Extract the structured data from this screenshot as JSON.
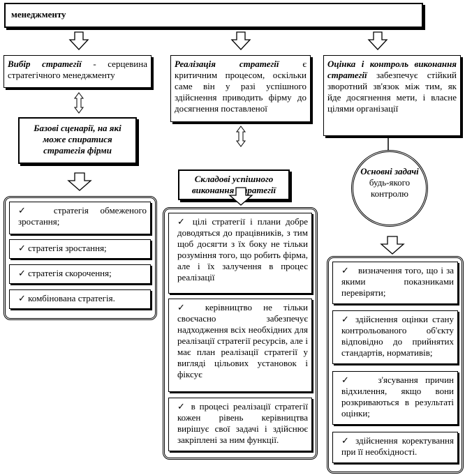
{
  "header": {
    "title": "менеджменту"
  },
  "strategy_choice": {
    "title": "Вибір стратегії",
    "text": " - серцевина стратегічного менеджменту"
  },
  "strategy_implementation": {
    "title": "Реалізація стратегії",
    "text": " є критичним процесом, оскільки саме він у разі успішного здійснення приводить фірму до досягнення поставленої"
  },
  "strategy_control": {
    "title": "Оцінка і контроль виконання стратегії",
    "text": " забезпечує стійкий зворотний зв'язок між тим, як йде досягнення мети, і власне цілями організації"
  },
  "base_scenarios": {
    "label": "Базові сценарії, на які може спиратися стратегія фірми"
  },
  "success_components": {
    "label": "Складові успішного виконання стратегії"
  },
  "control_tasks": {
    "label_bold": "Основні задачі",
    "label_rest": " будь-якого контролю"
  },
  "scenario_items": [
    "стратегія обмеженого зростання;",
    "стратегія зростання;",
    "стратегія скорочення;",
    "комбінована стратегія."
  ],
  "implementation_items": [
    "цілі стратегії і плани добре доводяться до працівників, з тим щоб досягти з їх боку не тільки розуміння того, що робить фірма, але і їх залучення в процес реалізації",
    "керівництво не тільки своєчасно забезпечує надходження всіх необхідних для реалізації стратегії ресурсів, але і має план реалізації стратегії у вигляді цільових установок і фіксує",
    "в процесі реалізації стратегії кожен рівень керівництва вирішує свої задачі і здійснює закріплені за ним функції."
  ],
  "control_items": [
    "визначення того, що і за якими показниками перевіряти;",
    "здійснення оцінки стану контрольованого об'єкту відповідно до прийнятих стандартів, нормативів;",
    "з'ясування причин відхилення, якщо вони розкриваються в результаті оцінки;",
    "здійснення коректування при її необхідності."
  ],
  "icons": {
    "check": "✓"
  }
}
